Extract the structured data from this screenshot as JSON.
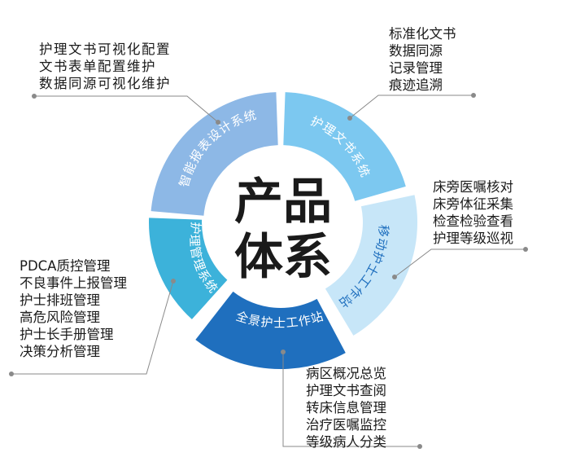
{
  "center": {
    "line1": "产品",
    "line2": "体系"
  },
  "segments": [
    {
      "label": "智能报表设计系统",
      "color": "#8db8e6"
    },
    {
      "label": "护理文书系统",
      "color": "#7cc8f0"
    },
    {
      "label": "移动护士工作站",
      "color": "#c7e6f8"
    },
    {
      "label": "全景护士工作站",
      "color": "#1f6fbe"
    },
    {
      "label": "护理管理系统",
      "color": "#3cb2da"
    }
  ],
  "lists": {
    "top_left": [
      "护理文书可视化配置",
      "文书表单配置维护",
      "数据同源可视化维护"
    ],
    "top_right": [
      "标准化文书",
      "数据同源",
      "记录管理",
      "痕迹追溯"
    ],
    "right": [
      "床旁医嘱核对",
      "床旁体征采集",
      "检查检验查看",
      "护理等级巡视"
    ],
    "left": [
      "PDCA质控管理",
      "不良事件上报管理",
      "护士排班管理",
      "高危风险管理",
      "护士长手册管理",
      "决策分析管理"
    ],
    "bottom": [
      "病区概况总览",
      "护理文书查阅",
      "转床信息管理",
      "治疗医嘱监控",
      "等级病人分类"
    ]
  }
}
